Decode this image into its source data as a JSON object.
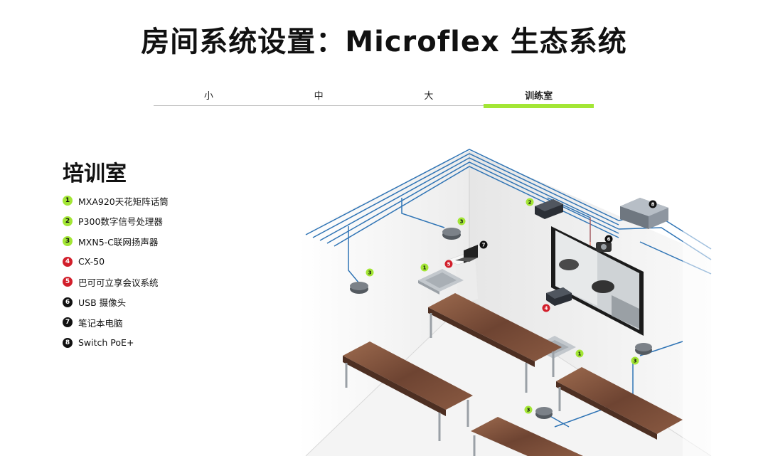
{
  "page": {
    "title": "房间系统设置：Microflex 生态系统"
  },
  "tabs": [
    {
      "label": "小",
      "active": false
    },
    {
      "label": "中",
      "active": false
    },
    {
      "label": "大",
      "active": false
    },
    {
      "label": "训练室",
      "active": true
    }
  ],
  "section": {
    "title": "培训室"
  },
  "legend": [
    {
      "num": "1",
      "label": "MXA920天花矩阵话筒",
      "color": "green"
    },
    {
      "num": "2",
      "label": "P300数字信号处理器",
      "color": "green"
    },
    {
      "num": "3",
      "label": "MXN5-C联网扬声器",
      "color": "green"
    },
    {
      "num": "4",
      "label": "CX-50",
      "color": "red"
    },
    {
      "num": "5",
      "label": "巴可可立享会议系统",
      "color": "red"
    },
    {
      "num": "6",
      "label": "USB 摄像头",
      "color": "black"
    },
    {
      "num": "7",
      "label": "笔记本电脑",
      "color": "black"
    },
    {
      "num": "8",
      "label": "Switch PoE+",
      "color": "black"
    }
  ],
  "colors": {
    "accent": "#a3e635",
    "red_badge": "#d21f2b",
    "black_badge": "#111111",
    "cable": "#2f74b5"
  },
  "scene_markers": [
    {
      "num": "3",
      "color": "green"
    },
    {
      "num": "3",
      "color": "green"
    },
    {
      "num": "1",
      "color": "green"
    },
    {
      "num": "5",
      "color": "red"
    },
    {
      "num": "7",
      "color": "black"
    },
    {
      "num": "2",
      "color": "green"
    },
    {
      "num": "8",
      "color": "black"
    },
    {
      "num": "6",
      "color": "black"
    },
    {
      "num": "4",
      "color": "red"
    },
    {
      "num": "1",
      "color": "green"
    },
    {
      "num": "3",
      "color": "green"
    },
    {
      "num": "3",
      "color": "green"
    }
  ]
}
